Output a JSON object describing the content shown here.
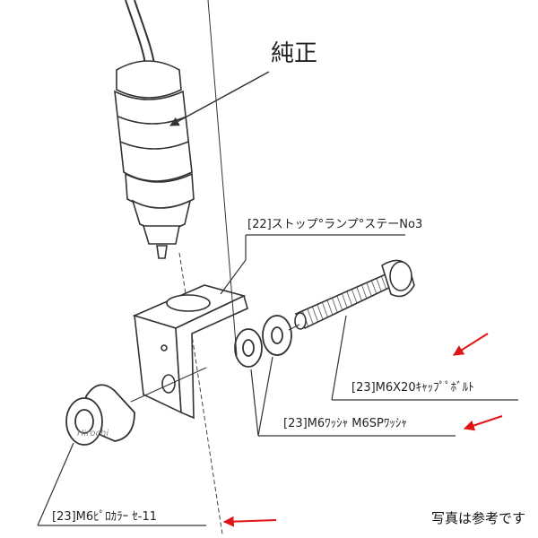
{
  "labels": {
    "genuine": "純正",
    "stay": "[22]ストップ°ランプ°ステーNo3",
    "bolt": "[23]M6X20ｷｬｯﾌﾟﾟﾎﾞﾙﾄ",
    "washer": "[23]M6ﾜｯｼｬ M6SPﾜｯｼｬ",
    "collar": "[23]M6ﾋﾟﾛｶﾗｰ ｾ-11"
  },
  "watermark": "Hirochi",
  "caption": "写真は参考です",
  "colors": {
    "line": "#333333",
    "arrow": "#e11414",
    "fill": "#ffffff"
  }
}
